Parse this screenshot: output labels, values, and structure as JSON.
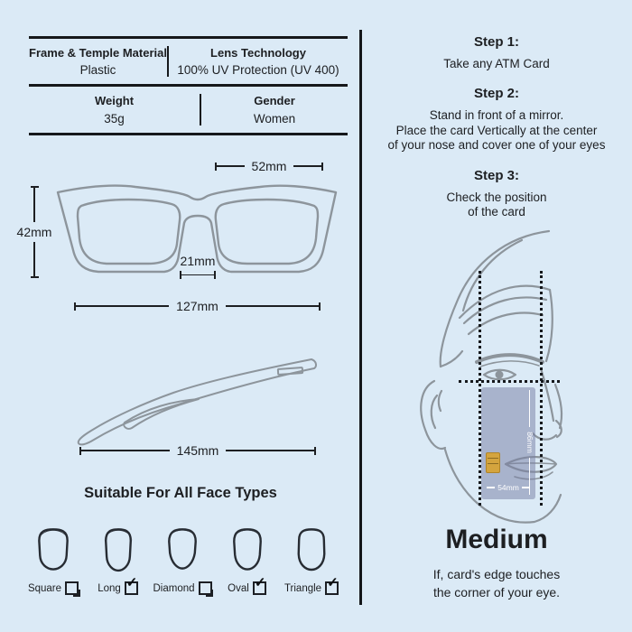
{
  "colors": {
    "background": "#dbeaf6",
    "ink": "#1d1f22",
    "sketch_gray": "#8d959c",
    "card_fill": "rgba(120,129,164,0.52)",
    "chip_gold": "#d4a43e"
  },
  "spec_table": {
    "rows": [
      {
        "cells": [
          {
            "label": "Frame & Temple Material",
            "value": "Plastic"
          },
          {
            "label": "Lens Technology",
            "value": "100% UV Protection (UV 400)"
          }
        ]
      },
      {
        "cells": [
          {
            "label": "Weight",
            "value": "35g"
          },
          {
            "label": "Gender",
            "value": "Women"
          }
        ]
      }
    ]
  },
  "dimensions": {
    "lens_width": "52mm",
    "lens_height": "42mm",
    "bridge": "21mm",
    "frame_width": "127mm",
    "temple_length": "145mm"
  },
  "face_types": {
    "title": "Suitable For All Face Types",
    "items": [
      {
        "label": "Square",
        "checked": false,
        "check_glyph": ""
      },
      {
        "label": "Long",
        "checked": true,
        "check_glyph": "✓"
      },
      {
        "label": "Diamond",
        "checked": false,
        "check_glyph": ""
      },
      {
        "label": "Oval",
        "checked": true,
        "check_glyph": "✓"
      },
      {
        "label": "Triangle",
        "checked": true,
        "check_glyph": "✓"
      }
    ]
  },
  "steps": [
    {
      "title": "Step 1:",
      "lines": [
        "Take any ATM Card"
      ]
    },
    {
      "title": "Step 2:",
      "lines": [
        "Stand in front of a mirror.",
        "Place the card Vertically at the center",
        "of your nose and cover one of your eyes"
      ]
    },
    {
      "title": "Step 3:",
      "lines": [
        "Check the position",
        "of the card"
      ]
    }
  ],
  "card_figure": {
    "width_label": "54mm",
    "height_label": "86mm"
  },
  "result": {
    "size": "Medium",
    "note_lines": [
      "If, card's edge touches",
      "the corner of your eye."
    ]
  }
}
